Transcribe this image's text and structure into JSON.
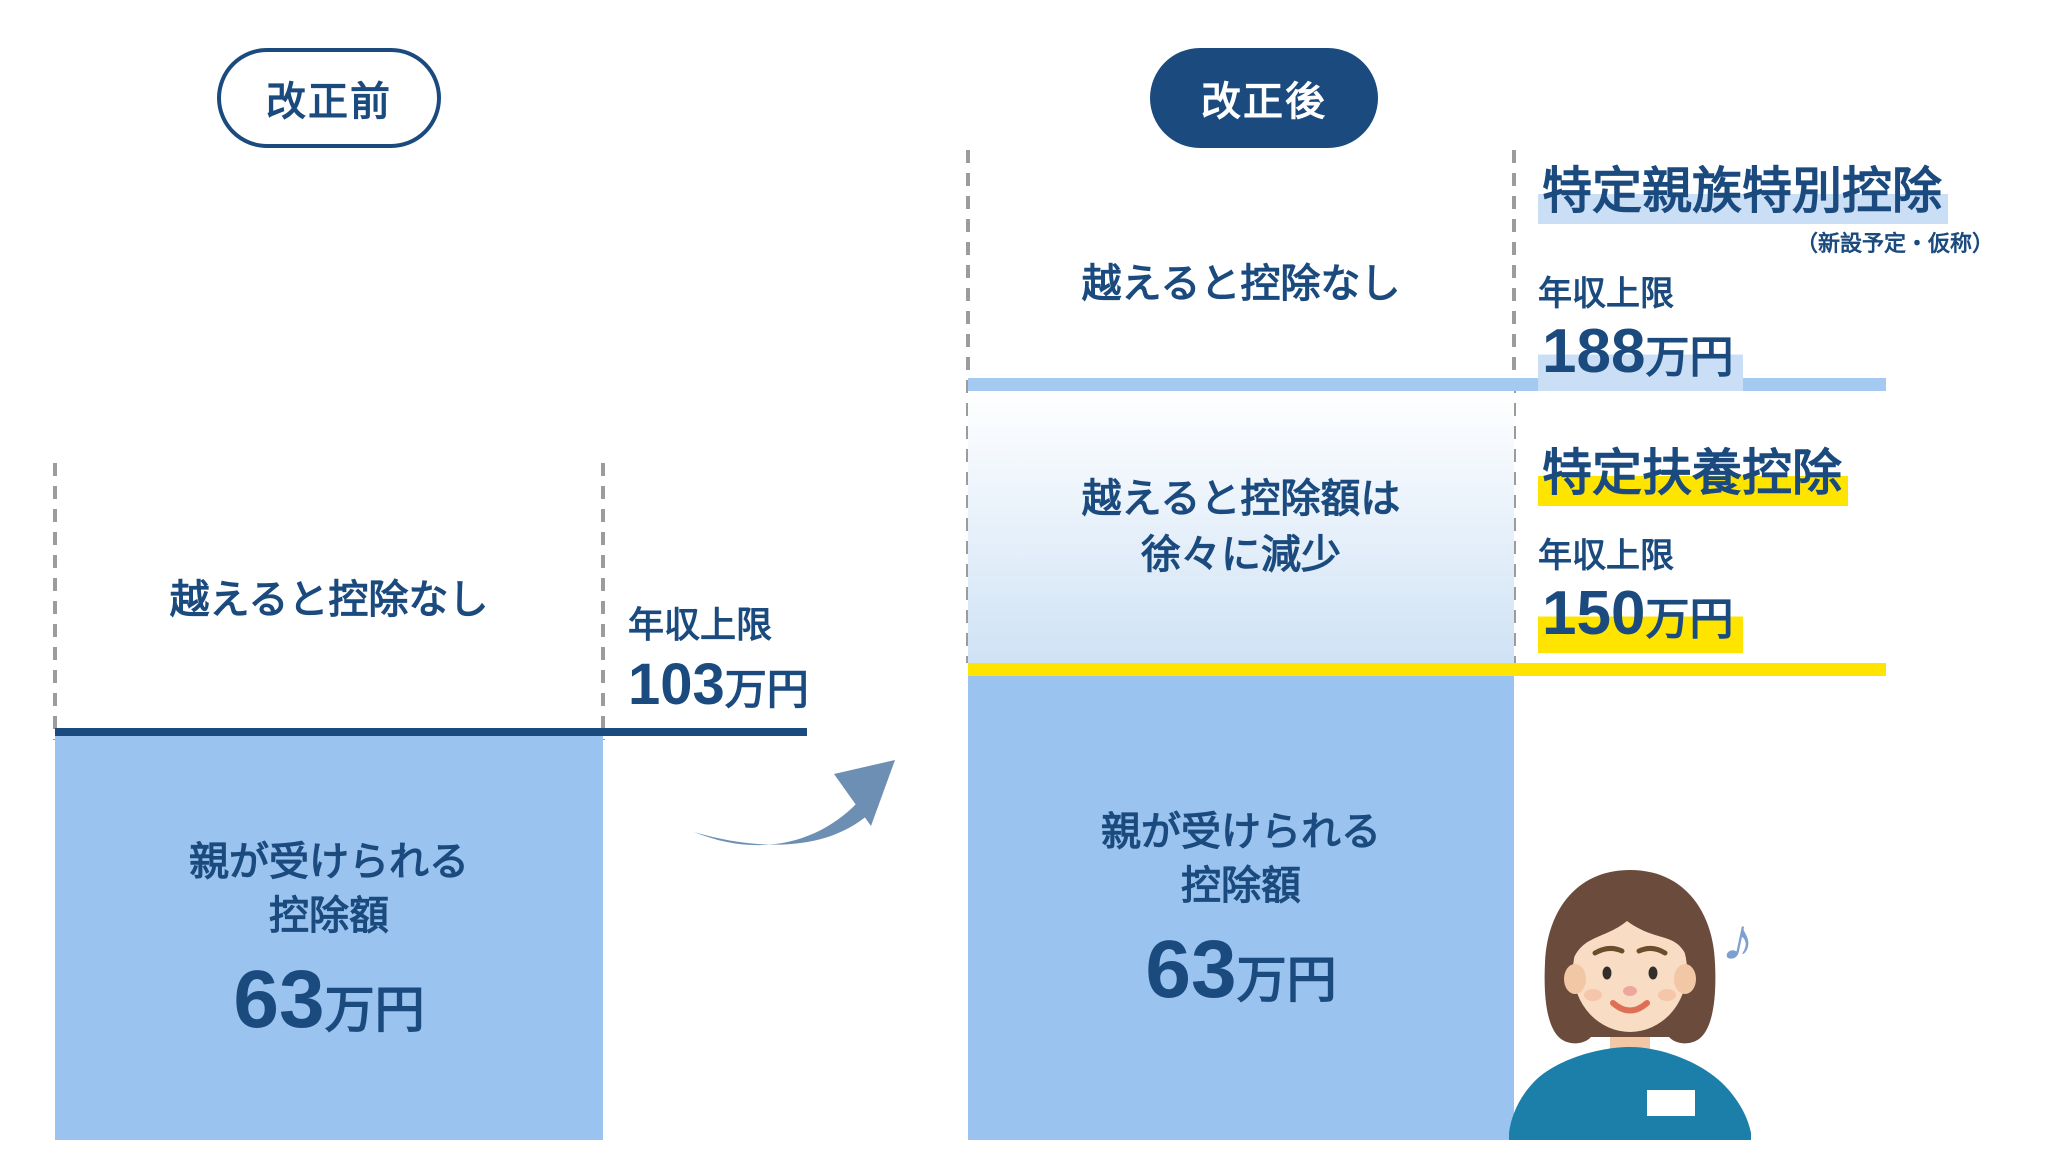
{
  "colors": {
    "navy": "#1B4A7E",
    "box_blue": "#9AC4EF",
    "bar_blue": "#A5CAF1",
    "hl_blue": "#CADFF5",
    "yellow": "#FFE400",
    "arrow_blue": "#6D8FB4",
    "dash_gray": "#9C9C9C",
    "grad_top": "#FFFFFF",
    "grad_bottom": "#CFE2F5",
    "skin": "#F8DCC4",
    "skin_shadow": "#F2C7A5",
    "hair": "#6B4C3C",
    "shirt": "#1B7FA9",
    "note_blue": "#7E9FD0"
  },
  "before": {
    "badge": "改正前",
    "zone_no_deduction_label": "越えると控除なし",
    "income_limit": {
      "label": "年収上限",
      "value": "103",
      "unit": "万円"
    },
    "deduction_box": {
      "line1": "親が受けられる",
      "line2": "控除額",
      "amount": "63",
      "amount_unit": "万円"
    }
  },
  "after": {
    "badge": "改正後",
    "zone_no_deduction_label": "越えると控除なし",
    "zone_decrease_line1": "越えると控除額は",
    "zone_decrease_line2": "徐々に減少",
    "new_deduction": {
      "title": "特定親族特別控除",
      "note": "（新設予定・仮称）",
      "income_limit_label": "年収上限",
      "income_limit_value": "188",
      "income_limit_unit": "万円"
    },
    "current_deduction": {
      "title": "特定扶養控除",
      "income_limit_label": "年収上限",
      "income_limit_value": "150",
      "income_limit_unit": "万円"
    },
    "deduction_box": {
      "line1": "親が受けられる",
      "line2": "控除額",
      "amount": "63",
      "amount_unit": "万円"
    }
  },
  "icons": {
    "music_note": "♪"
  }
}
